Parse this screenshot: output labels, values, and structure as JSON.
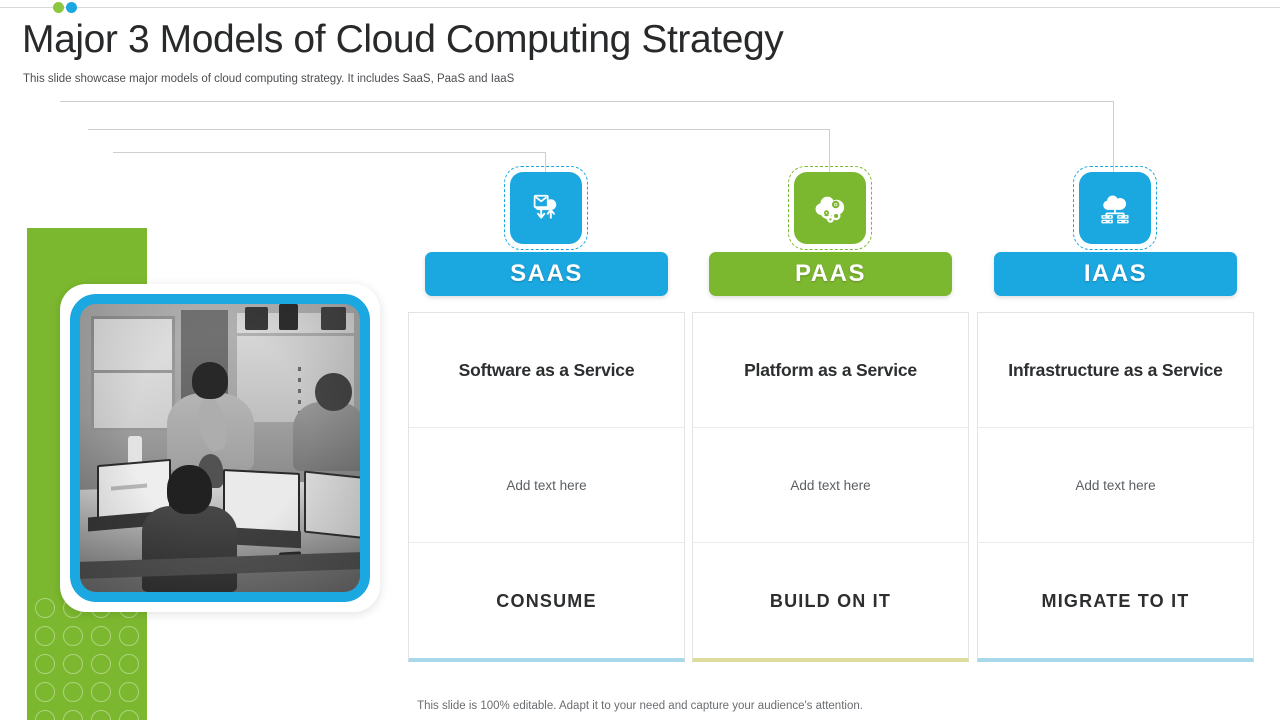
{
  "header": {
    "title": "Major 3 Models of Cloud Computing Strategy",
    "subtitle": "This slide showcase major models of cloud computing strategy. It includes SaaS, PaaS and IaaS",
    "dot_green": "#8dc63f",
    "dot_blue": "#1ba7e0"
  },
  "theme": {
    "blue": "#1ba7e0",
    "green": "#7cb82f",
    "accent_blue_line": "#a8d8ea",
    "accent_green_line": "#dcdc9c",
    "text_dark": "#2c2e30",
    "text_muted": "#5b5f63"
  },
  "photo": {
    "caption": "team working on laptops at a table",
    "frame_color": "#1ba7e0",
    "style": "grayscale"
  },
  "columns": [
    {
      "id": "saas",
      "badge_label": "SAAS",
      "badge_color": "#1ba7e0",
      "icon_name": "cloud-document-sync-icon",
      "icon_color": "#1ba7e0",
      "accent": "#a8d8ea",
      "rows": [
        "Software as a Service",
        "Add text here",
        "CONSUME"
      ]
    },
    {
      "id": "paas",
      "badge_label": "PAAS",
      "badge_color": "#7cb82f",
      "icon_name": "cloud-gears-icon",
      "icon_color": "#7cb82f",
      "accent": "#dcdc9c",
      "rows": [
        "Platform as a Service",
        "Add text here",
        "BUILD ON IT"
      ]
    },
    {
      "id": "iaas",
      "badge_label": "IAAS",
      "badge_color": "#1ba7e0",
      "icon_name": "cloud-server-rack-icon",
      "icon_color": "#1ba7e0",
      "accent": "#a8d8ea",
      "rows": [
        "Infrastructure as a Service",
        "Add text here",
        "MIGRATE TO IT"
      ]
    }
  ],
  "footer": {
    "note": "This slide is 100% editable. Adapt it to your need and capture your audience's attention."
  }
}
